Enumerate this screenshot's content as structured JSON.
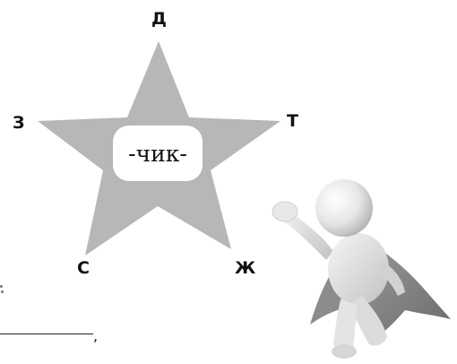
{
  "star": {
    "center_label": "-чик-",
    "fill_color": "#b7b7b7",
    "points": {
      "top": "Д",
      "right": "Т",
      "left": "З",
      "bottom_left": "С",
      "bottom_right": "Ж"
    }
  },
  "answer": {
    "comma": ","
  },
  "figure": {
    "icon": "superhero-figure-icon",
    "cape_color": "#8a8a8a",
    "body_color": "#ececec"
  }
}
